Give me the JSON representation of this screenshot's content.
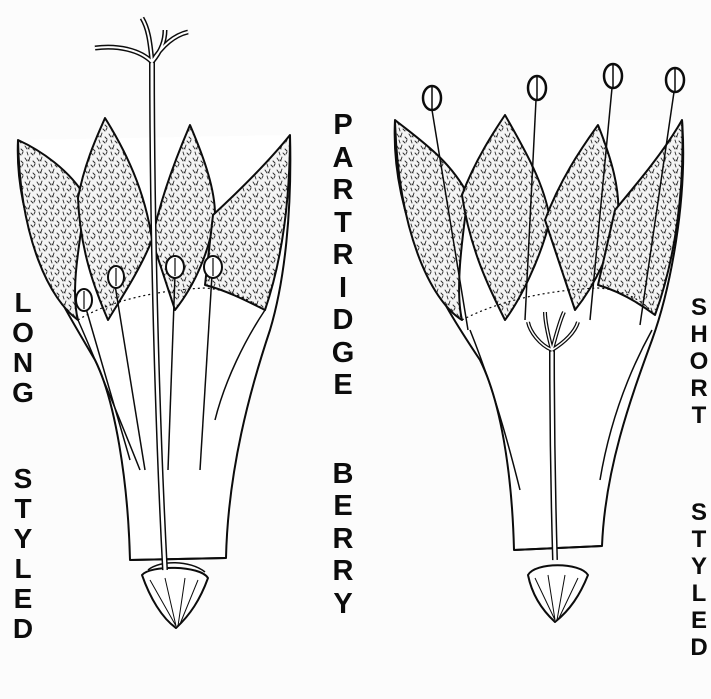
{
  "labels": {
    "long_styled": [
      "L",
      "O",
      "N",
      "G",
      "",
      "S",
      "T",
      "Y",
      "L",
      "E",
      "D"
    ],
    "partridge_berry": [
      "P",
      "A",
      "R",
      "T",
      "R",
      "I",
      "D",
      "G",
      "E",
      "",
      "B",
      "E",
      "R",
      "R",
      "Y"
    ],
    "short_styled": [
      "S",
      "H",
      "O",
      "R",
      "T",
      "",
      "S",
      "T",
      "Y",
      "L",
      "E",
      "D"
    ]
  },
  "colors": {
    "ink": "#0c0c0c",
    "paper": "#fcfcfc"
  }
}
